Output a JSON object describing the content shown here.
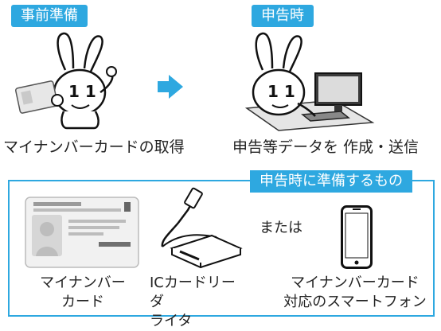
{
  "steps": [
    {
      "badge": "事前準備",
      "caption": "マイナンバーカードの取得"
    },
    {
      "badge": "申告時",
      "caption": "申告等データを 作成・送信"
    }
  ],
  "needs": {
    "title": "申告時に準備するもの",
    "items": [
      {
        "line1": "マイナンバー",
        "line2": "カード"
      },
      {
        "line1": "ICカードリーダ",
        "line2": "ライタ"
      },
      {
        "line1": "マイナンバーカード",
        "line2": "対応のスマートフォン"
      }
    ],
    "or_label": "または"
  },
  "colors": {
    "accent": "#2ea8e0"
  }
}
